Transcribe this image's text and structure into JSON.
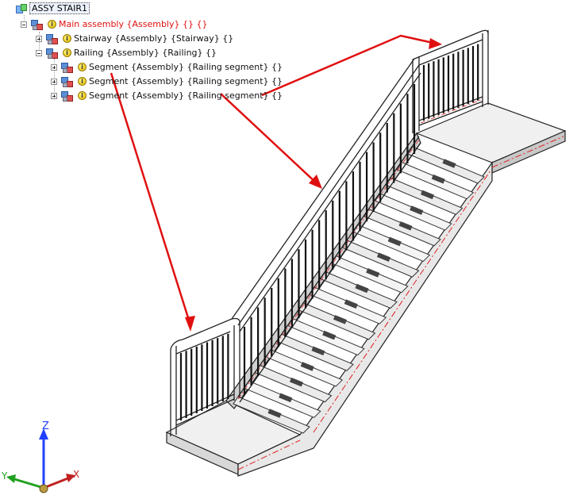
{
  "tree": {
    "root": "ASSY STAIR1",
    "items": [
      {
        "label": "Main assembly {Assembly} {} {}",
        "level": 1,
        "expanded": true,
        "highlight": true
      },
      {
        "label": "Stairway {Assembly} {Stairway} {}",
        "level": 2,
        "expanded": false,
        "highlight": false
      },
      {
        "label": "Railing {Assembly} {Railing} {}",
        "level": 2,
        "expanded": true,
        "highlight": false
      },
      {
        "label": "Segment {Assembly} {Railing segment} {}",
        "level": 3,
        "expanded": false,
        "highlight": false
      },
      {
        "label": "Segment {Assembly} {Railing segment} {}",
        "level": 3,
        "expanded": false,
        "highlight": false
      },
      {
        "label": "Segment {Assembly} {Railing segment} {}",
        "level": 3,
        "expanded": false,
        "highlight": false
      }
    ]
  },
  "axes": {
    "z": "Z",
    "y": "Y",
    "x": "X"
  },
  "colors": {
    "highlight_text": "#e01010",
    "arrow": "#e01010",
    "axis_z": "#2040ff",
    "axis_y": "#20a020",
    "axis_x": "#c02020"
  }
}
